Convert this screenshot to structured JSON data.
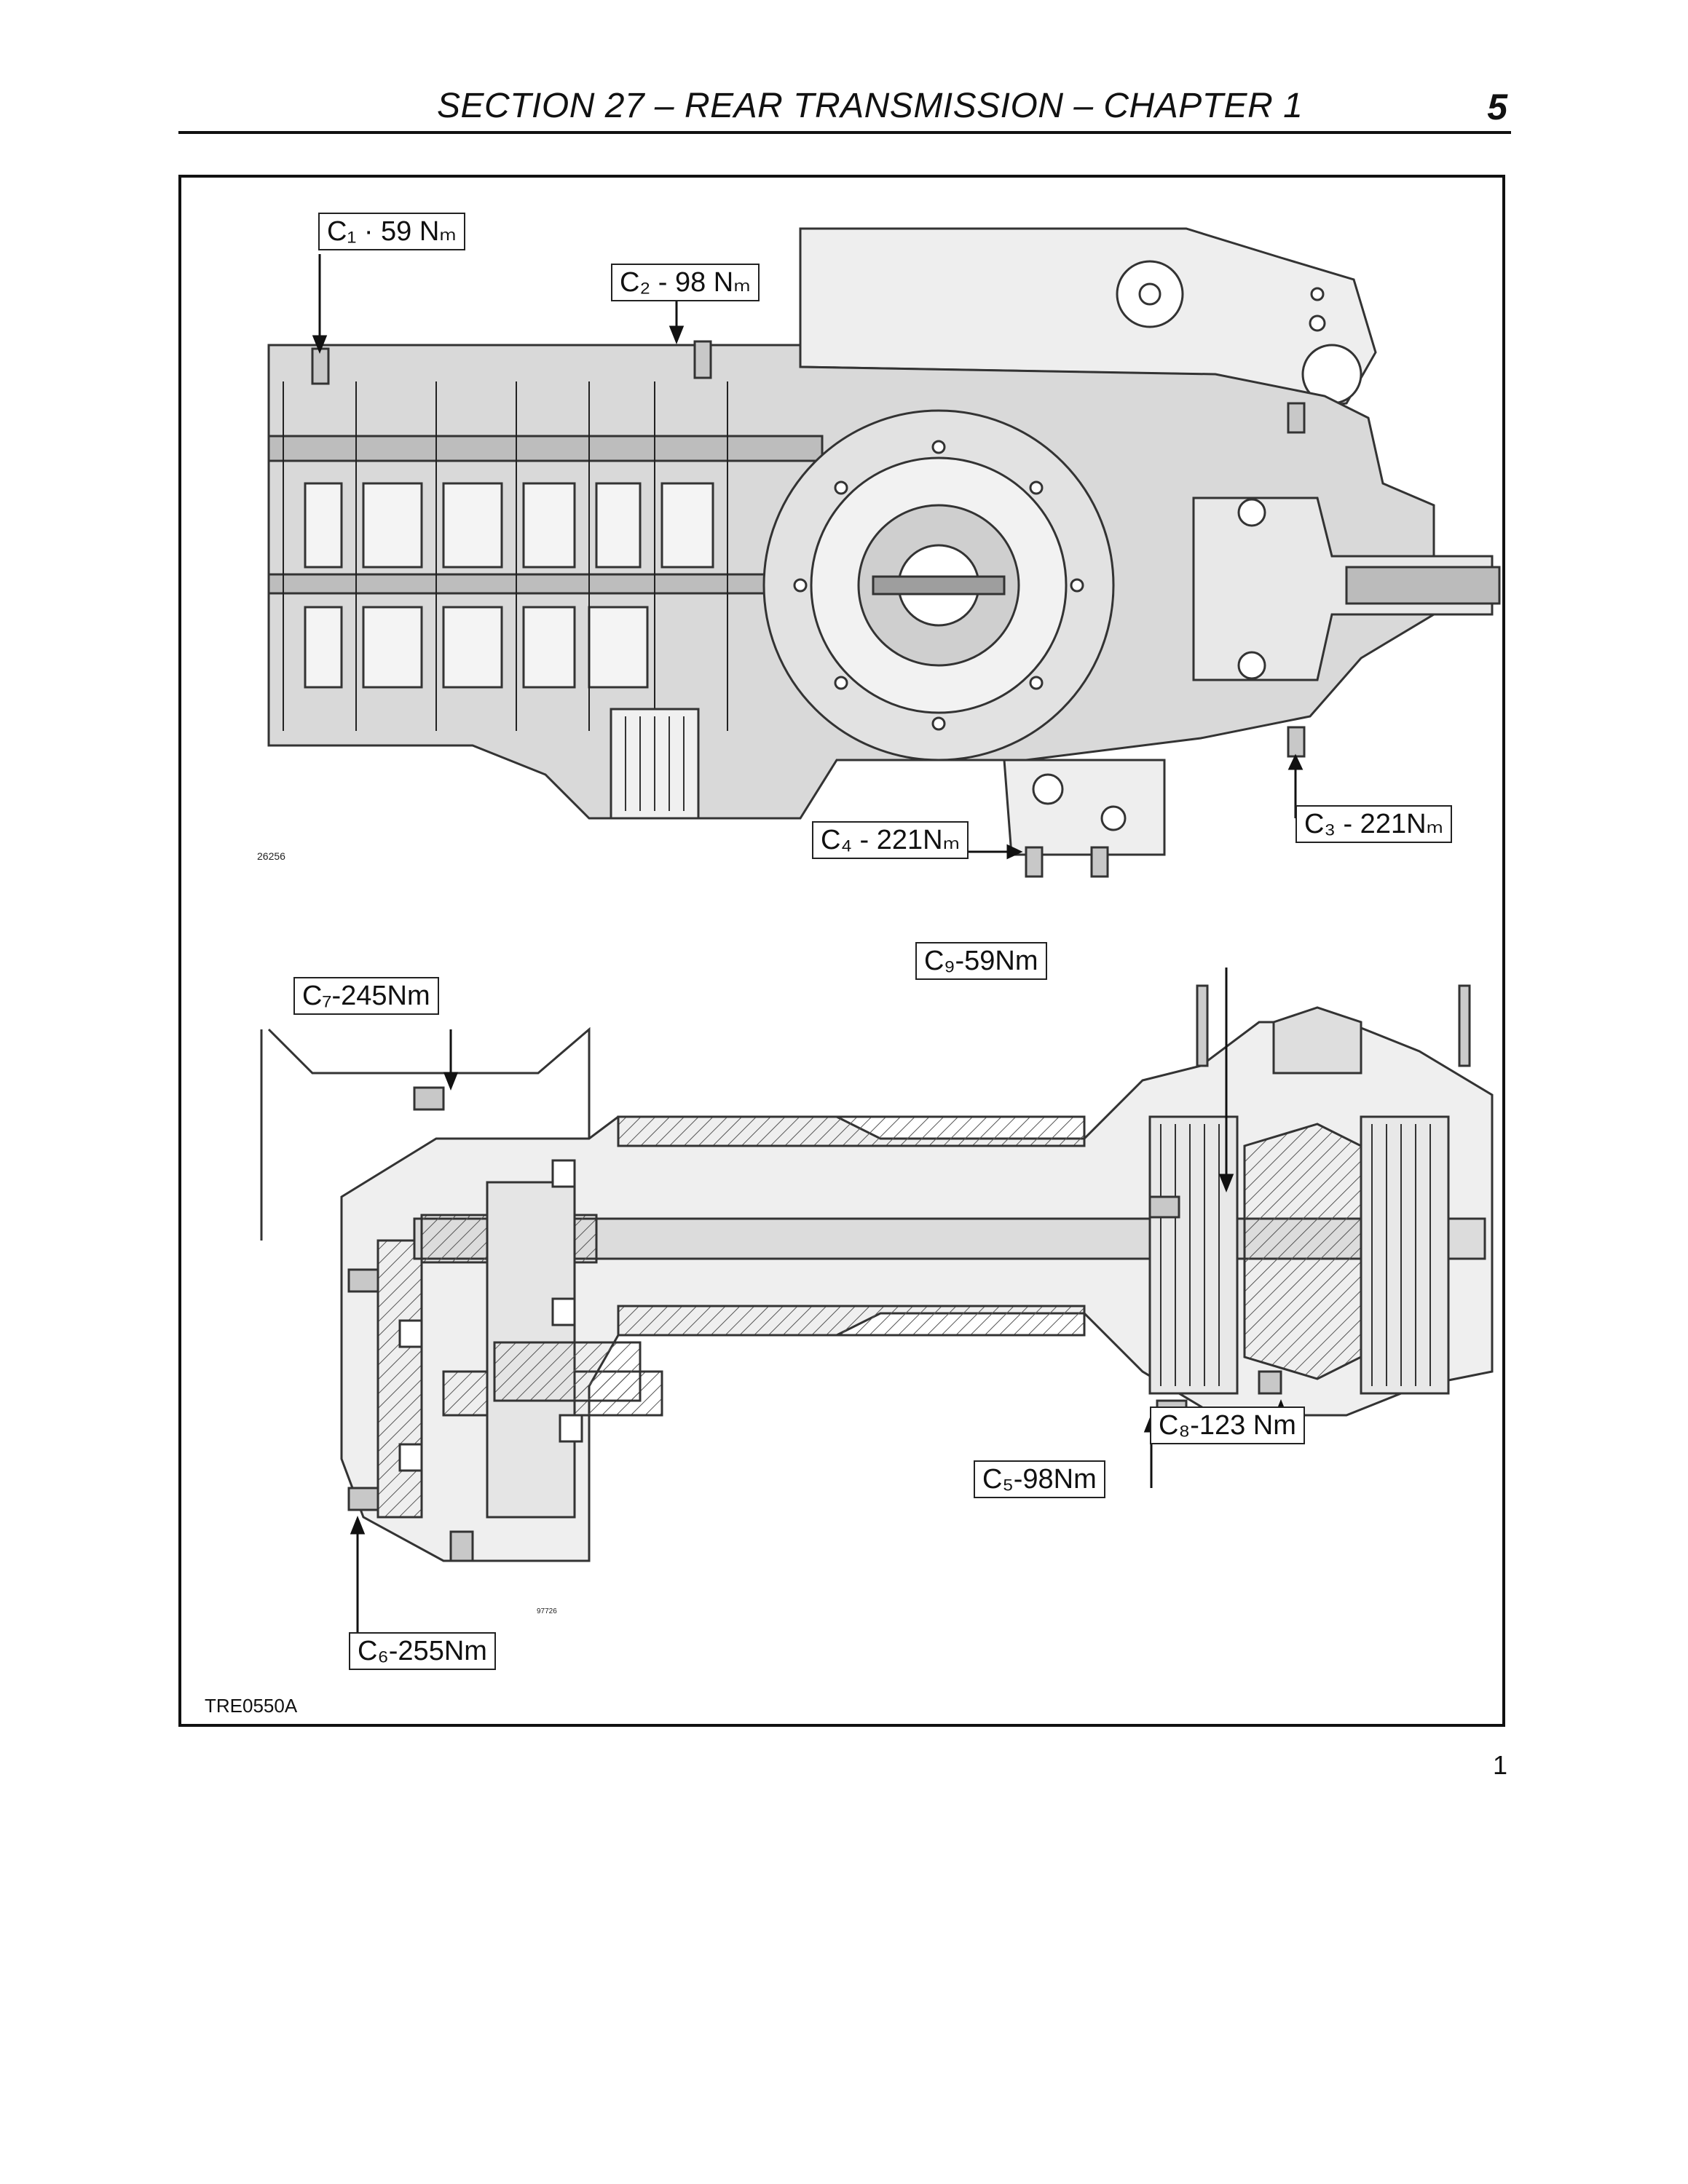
{
  "header": {
    "title": "SECTION 27 – REAR TRANSMISSION – CHAPTER 1",
    "page_number": "5"
  },
  "figure": {
    "top_drawing_code": "26256",
    "bottom_drawing_code": "97726",
    "reference": "TRE0550A",
    "caption_number": "1"
  },
  "callouts": {
    "c1": "C₁ · 59 Nₘ",
    "c2": "C₂ - 98 Nₘ",
    "c3": "C₃ - 221Nₘ",
    "c4": "C₄ - 221Nₘ",
    "c5": "C₅-98Nm",
    "c6": "C₆-255Nm",
    "c7": "C₇-245Nm",
    "c8": "C₈-123 Nm",
    "c9": "C₉-59Nm"
  }
}
